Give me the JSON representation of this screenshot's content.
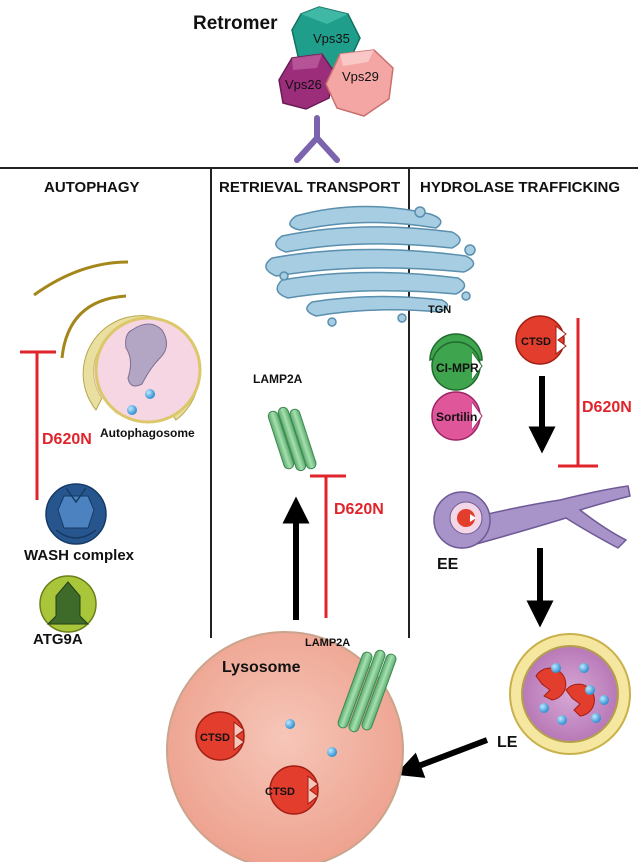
{
  "retromer": {
    "title": "Retromer",
    "subunits": [
      "Vps35",
      "Vps26",
      "Vps29"
    ]
  },
  "sections": {
    "autophagy": "AUTOPHAGY",
    "retrieval": "RETRIEVAL TRANSPORT",
    "hydrolase": "HYDROLASE TRAFFICKING"
  },
  "labels": {
    "autophagosome": "Autophagosome",
    "wash_complex": "WASH complex",
    "atg9a": "ATG9A",
    "tgn": "TGN",
    "lamp2a_top": "LAMP2A",
    "lamp2a_bottom": "LAMP2A",
    "ci_mpr": "CI-MPR",
    "sortilin": "Sortilin",
    "ctsd": "CTSD",
    "ee": "EE",
    "le": "LE",
    "lysosome": "Lysosome",
    "lyso_ctsd_1": "CTSD",
    "lyso_ctsd_2": "CTSD"
  },
  "mutation": {
    "autophagy": "D620N",
    "retrieval": "D620N",
    "hydrolase": "D620N"
  },
  "colors": {
    "inhibit": "#e0242b",
    "vps35": "#1f9e8c",
    "vps26": "#9b2d7b",
    "vps29": "#f29c9c",
    "cathepsin": "#e23d2d",
    "lysosome": "#f2b5a6",
    "golgi": "#9ec6dd",
    "lamp2a": "#7cc98d"
  }
}
